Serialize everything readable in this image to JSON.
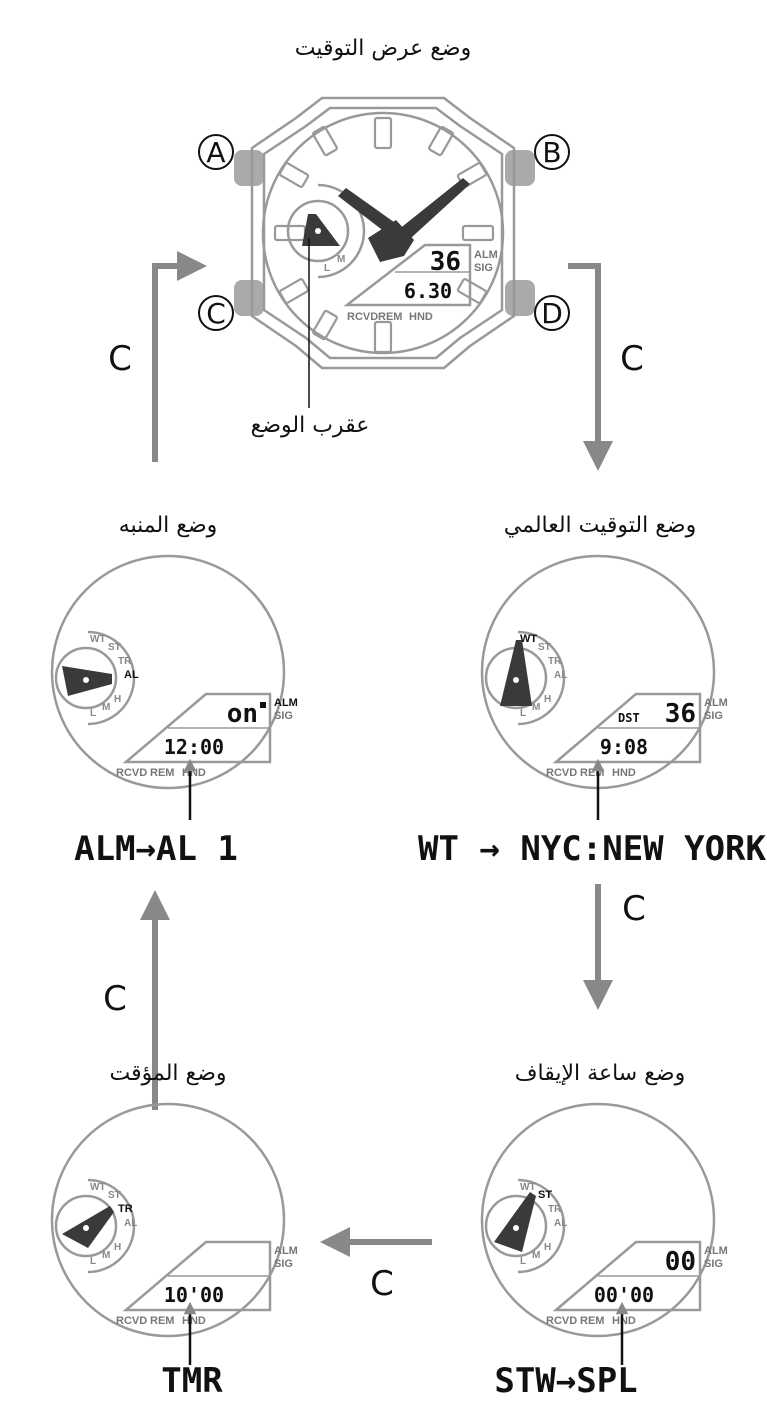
{
  "titles": {
    "timekeeping": "وضع عرض التوقيت",
    "world_time": "وضع التوقيت العالمي",
    "alarm": "وضع المنبه",
    "stopwatch": "وضع ساعة الإيقاف",
    "timer": "وضع المؤقت",
    "mode_hand": "عقرب الوضع"
  },
  "buttons": {
    "a": "A",
    "b": "B",
    "c": "C",
    "d": "D"
  },
  "transition_label": "C",
  "main_watch": {
    "upper_digits": "36",
    "lower_digits": "6.30",
    "right_labels": [
      "ALM",
      "SIG"
    ],
    "bottom_labels": [
      "RCVD",
      "REM",
      "HND"
    ],
    "scale_letters": [
      "L",
      "M"
    ]
  },
  "small_watches": {
    "common_labels": {
      "alm": "ALM",
      "sig": "SIG",
      "rcvd": "RCVD",
      "rem": "REM",
      "hnd": "HND"
    },
    "scale": [
      "WT",
      "ST",
      "TR",
      "AL",
      "L",
      "M",
      "H"
    ],
    "world_time": {
      "dst": "DST",
      "upper": "36",
      "lower": "9:08"
    },
    "alarm": {
      "upper": "on",
      "lower": "12:00"
    },
    "stopwatch": {
      "upper": "00",
      "lower": "00'00"
    },
    "timer": {
      "lower": "10'00"
    }
  },
  "sequences": {
    "world_time": "WT → NYC:NEW YORK",
    "alarm": "ALM→AL 1",
    "stopwatch": "STW→SPL",
    "timer": "TMR"
  },
  "colors": {
    "outline": "#999999",
    "hand": "#3a3a3a",
    "arrow": "#888888",
    "text": "#111111"
  }
}
